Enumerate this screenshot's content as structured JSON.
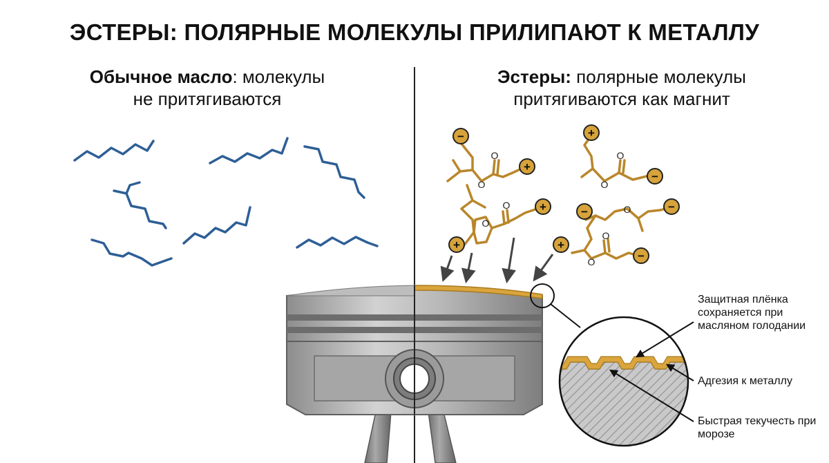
{
  "title": "ЭСТЕРЫ: ПОЛЯРНЫЕ МОЛЕКУЛЫ ПРИЛИПАЮТ К МЕТАЛЛУ",
  "left_panel": {
    "heading_bold": "Обычное масло",
    "heading_rest_line1": ": молекулы",
    "heading_line2": "не притягиваются"
  },
  "right_panel": {
    "heading_bold": "Эстеры:",
    "heading_rest_line1": " полярные молекулы",
    "heading_line2": "притягиваются как магнит"
  },
  "callouts": {
    "film": "Защитная плёнка сохраняется при масляном голодании",
    "adhesion": "Адгезия к металлу",
    "flow": "Быстрая текучесть при морозе"
  },
  "charges": {
    "plus": "+",
    "minus": "−"
  },
  "atom_label": "O",
  "colors": {
    "oil_molecule": "#2e5f96",
    "ester_molecule": "#b9862a",
    "ester_film": "#d9a53c",
    "metal": "#9a9a9a",
    "metal_dark": "#6f6f6f",
    "divider": "#222222"
  }
}
